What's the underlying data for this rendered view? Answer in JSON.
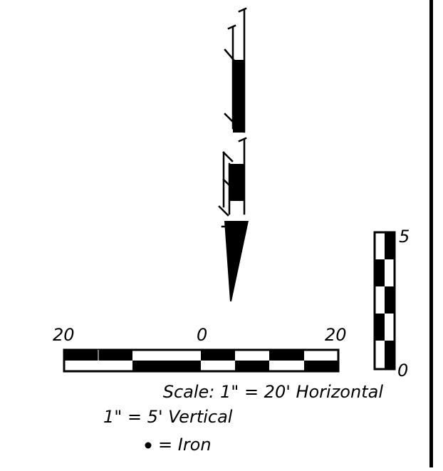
{
  "scale_bar_horizontal": {
    "left_label": "20",
    "center_label": "0",
    "right_label": "20"
  },
  "scale_bar_vertical": {
    "top_label": "5",
    "bottom_label": "0"
  },
  "caption": {
    "line1": "Scale: 1\" = 20' Horizontal",
    "line2": "1\" = 5' Vertical",
    "legend_text": "= Iron"
  }
}
